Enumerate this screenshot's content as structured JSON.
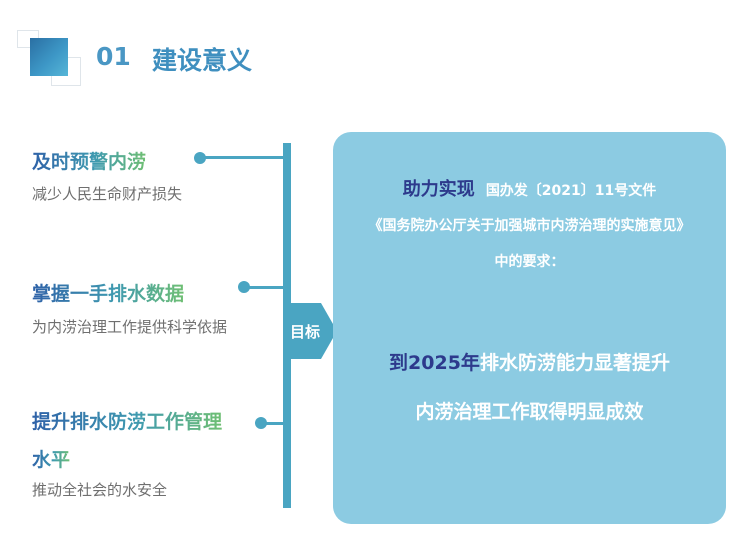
{
  "section": {
    "number": "01",
    "title": "建设意义"
  },
  "items": [
    {
      "title": "及时预警内涝",
      "desc": "减少人民生命财产损失"
    },
    {
      "title": "掌握一手排水数据",
      "desc": "为内涝治理工作提供科学依据"
    },
    {
      "title_line1": "提升排水防涝工作管理",
      "title_line2": "水平",
      "desc": "推动全社会的水安全"
    }
  ],
  "arrow_label": "目标",
  "panel": {
    "lead": "助力实现",
    "doc_ref": "国办发〔2021〕11号文件",
    "doc_title": "《国务院办公厅关于加强城市内涝治理的实施意见》",
    "requirement": "中的要求：",
    "goal_year": "到2025年",
    "goal_line1": "排水防涝能力显著提升",
    "goal_line2": "内涝治理工作取得明显成效"
  },
  "colors": {
    "accent": "#4aa5c2",
    "panel_bg": "#8ccbe2",
    "emphasis": "#2d3a8c",
    "title_gradient": [
      "#2f62a8",
      "#3f9ab0",
      "#6fbf73"
    ]
  }
}
